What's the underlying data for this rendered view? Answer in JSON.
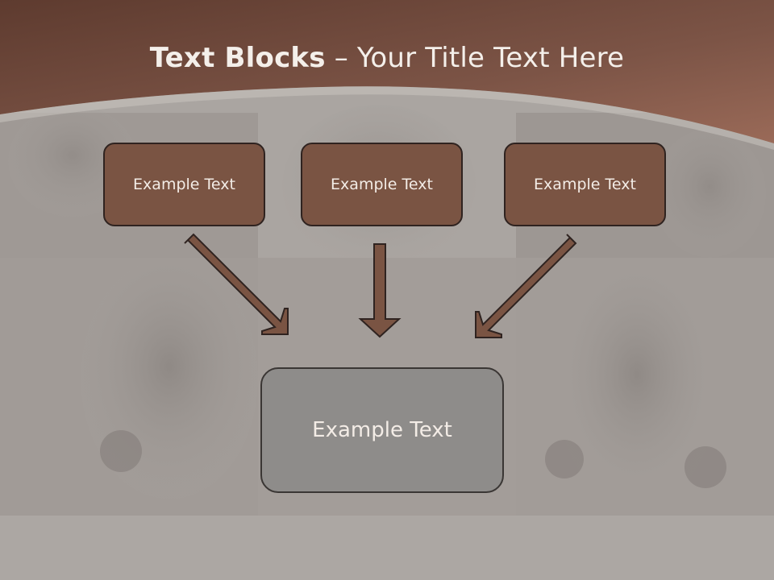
{
  "slide": {
    "title_bold": "Text Blocks",
    "title_dash": " – ",
    "title_rest": "Your Title Text Here",
    "top_boxes": [
      "Example Text",
      "Example Text",
      "Example Text"
    ],
    "bottom_box": "Example Text"
  },
  "colors": {
    "header_brown": "#7a5443",
    "box_brown": "#7a5443",
    "box_grey": "#8e8c8a",
    "arrow_fill": "#7a5443",
    "outline": "#2f2320"
  }
}
